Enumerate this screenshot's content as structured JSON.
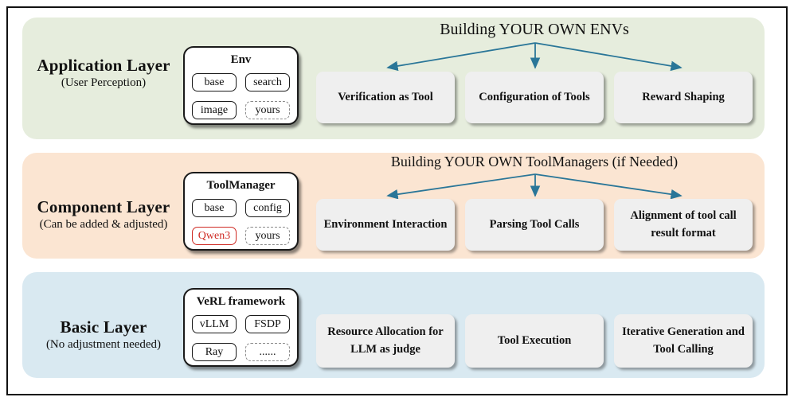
{
  "palette": {
    "band0": "#e6eddd",
    "band1": "#fbe5d2",
    "band2": "#d9e9f1",
    "arrow": "#2a7698",
    "accent_red": "#cf2b24",
    "box_bg": "#efefef",
    "frame_border": "#111111"
  },
  "layers": [
    {
      "title": "Application Layer",
      "subtitle": "(User Perception)",
      "module": {
        "title": "Env",
        "items": [
          {
            "label": "base",
            "variant": "solid"
          },
          {
            "label": "search",
            "variant": "solid"
          },
          {
            "label": "image",
            "variant": "solid"
          },
          {
            "label": "yours",
            "variant": "dashed"
          }
        ]
      },
      "flow": {
        "title": "Building YOUR OWN ENVs",
        "targets": [
          "Verification as Tool",
          "Configuration of Tools",
          "Reward Shaping"
        ]
      }
    },
    {
      "title": "Component Layer",
      "subtitle": "(Can be added & adjusted)",
      "module": {
        "title": "ToolManager",
        "items": [
          {
            "label": "base",
            "variant": "solid"
          },
          {
            "label": "config",
            "variant": "solid"
          },
          {
            "label": "Qwen3",
            "variant": "red"
          },
          {
            "label": "yours",
            "variant": "dashed"
          }
        ]
      },
      "flow": {
        "title": "Building YOUR OWN ToolManagers (if Needed)",
        "targets": [
          "Environment Interaction",
          "Parsing Tool Calls",
          "Alignment of tool call result format"
        ]
      }
    },
    {
      "title": "Basic Layer",
      "subtitle": "(No adjustment needed)",
      "module": {
        "title": "VeRL framework",
        "items": [
          {
            "label": "vLLM",
            "variant": "solid"
          },
          {
            "label": "FSDP",
            "variant": "solid"
          },
          {
            "label": "Ray",
            "variant": "solid"
          },
          {
            "label": "......",
            "variant": "dashed"
          }
        ]
      },
      "flow": {
        "targets": [
          "Resource Allocation for LLM as judge",
          "Tool Execution",
          "Iterative Generation and Tool Calling"
        ]
      }
    }
  ]
}
